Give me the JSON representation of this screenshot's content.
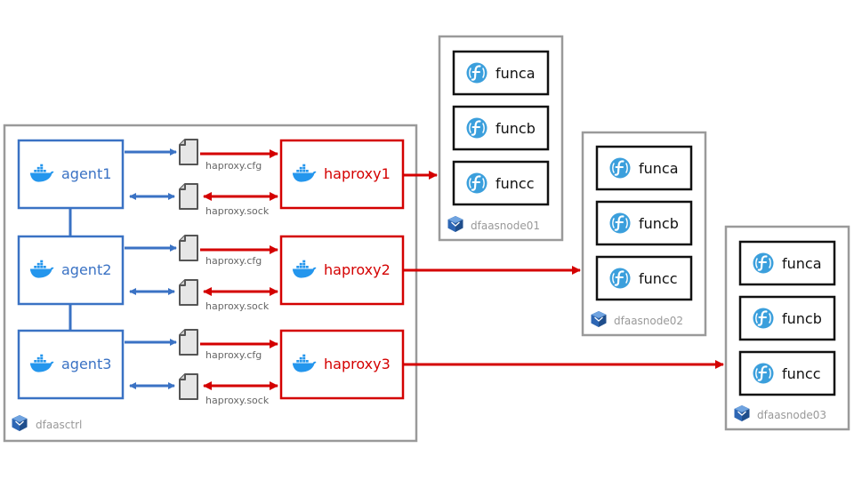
{
  "colors": {
    "agent": "#3a72c4",
    "haproxy": "#d40000",
    "node_border": "#9a9a9a",
    "label_gray": "#666666",
    "vm_label": "#999999",
    "docker_icon": "#2496ed",
    "openfaas_icon": "#3b9fdc"
  },
  "controller": {
    "label": "dfaasctrl",
    "icon": "virtualbox-icon",
    "agents": [
      {
        "label": "agent1",
        "icon": "docker-icon"
      },
      {
        "label": "agent2",
        "icon": "docker-icon"
      },
      {
        "label": "agent3",
        "icon": "docker-icon"
      }
    ],
    "haproxies": [
      {
        "label": "haproxy1",
        "icon": "docker-icon"
      },
      {
        "label": "haproxy2",
        "icon": "docker-icon"
      },
      {
        "label": "haproxy3",
        "icon": "docker-icon"
      }
    ],
    "files": {
      "cfg_label": "haproxy.cfg",
      "sock_label": "haproxy.sock",
      "icon": "file-icon"
    }
  },
  "nodes": [
    {
      "label": "dfaasnode01",
      "icon": "virtualbox-icon",
      "functions": [
        {
          "label": "funca",
          "icon": "openfaas-icon"
        },
        {
          "label": "funcb",
          "icon": "openfaas-icon"
        },
        {
          "label": "funcc",
          "icon": "openfaas-icon"
        }
      ]
    },
    {
      "label": "dfaasnode02",
      "icon": "virtualbox-icon",
      "functions": [
        {
          "label": "funca",
          "icon": "openfaas-icon"
        },
        {
          "label": "funcb",
          "icon": "openfaas-icon"
        },
        {
          "label": "funcc",
          "icon": "openfaas-icon"
        }
      ]
    },
    {
      "label": "dfaasnode03",
      "icon": "virtualbox-icon",
      "functions": [
        {
          "label": "funca",
          "icon": "openfaas-icon"
        },
        {
          "label": "funcb",
          "icon": "openfaas-icon"
        },
        {
          "label": "funcc",
          "icon": "openfaas-icon"
        }
      ]
    }
  ]
}
